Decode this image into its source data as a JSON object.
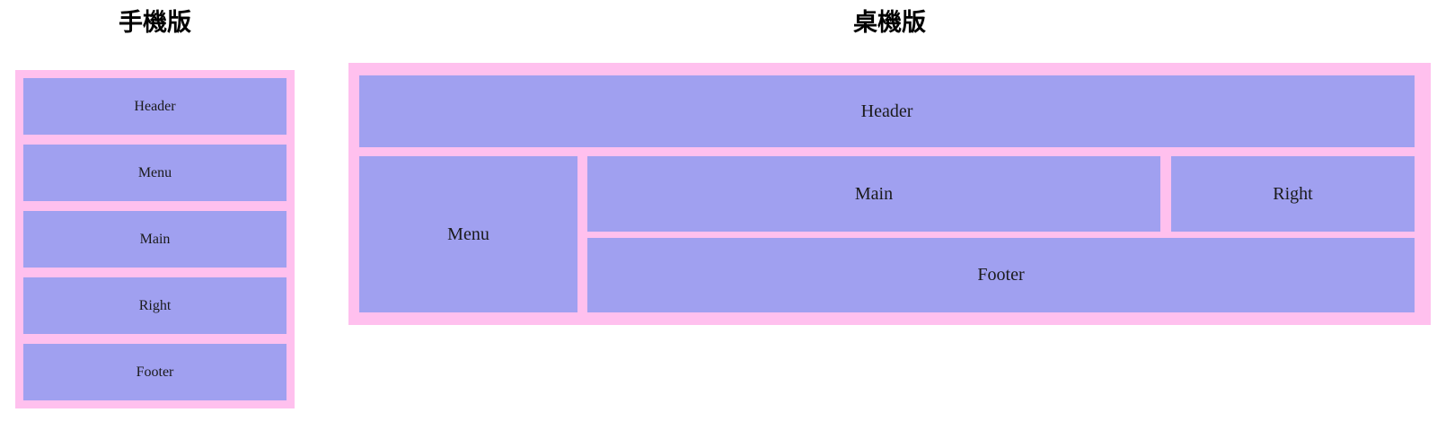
{
  "palette": {
    "pink": "#ffc0ee",
    "purple": "#a0a0f0",
    "text": "#1a1a1a",
    "background": "#ffffff"
  },
  "mobile": {
    "title": "手機版",
    "blocks": [
      {
        "label": "Header"
      },
      {
        "label": "Menu"
      },
      {
        "label": "Main"
      },
      {
        "label": "Right"
      },
      {
        "label": "Footer"
      }
    ]
  },
  "desktop": {
    "title": "桌機版",
    "blocks": [
      {
        "label": "Header"
      },
      {
        "label": "Menu"
      },
      {
        "label": "Main"
      },
      {
        "label": "Right"
      },
      {
        "label": "Footer"
      }
    ]
  }
}
